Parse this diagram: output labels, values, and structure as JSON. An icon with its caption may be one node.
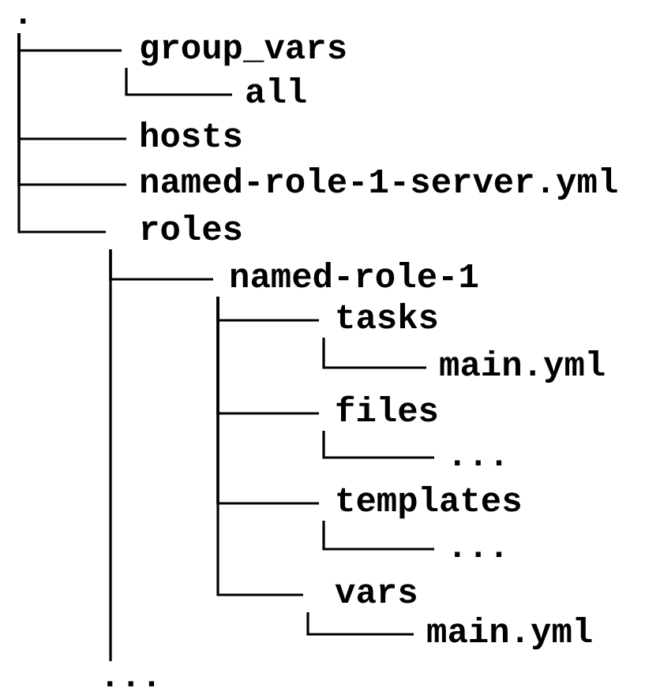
{
  "diagram": {
    "nodes": [
      {
        "text": [
          "."
        ]
      },
      {
        "text": [
          "group_vars"
        ]
      },
      {
        "text": [
          "all"
        ]
      },
      {
        "text": [
          "hosts"
        ]
      },
      {
        "text": [
          "named-role-1-server.yml"
        ]
      },
      {
        "text": [
          "roles"
        ]
      },
      {
        "text": [
          "named-role-1"
        ]
      },
      {
        "text": [
          "tasks"
        ]
      },
      {
        "text": [
          "main.yml"
        ]
      },
      {
        "text": [
          "files"
        ]
      },
      {
        "text": [
          "..."
        ]
      },
      {
        "text": [
          "templates"
        ]
      },
      {
        "text": [
          "..."
        ]
      },
      {
        "text": [
          "vars"
        ]
      },
      {
        "text": [
          "main.yml"
        ]
      },
      {
        "text": [
          "..."
        ]
      }
    ],
    "edges": [
      {
        "from": 0,
        "to": 1,
        "arrow": "none"
      },
      {
        "from": 1,
        "to": 2,
        "arrow": "none"
      },
      {
        "from": 0,
        "to": 3,
        "arrow": "none"
      },
      {
        "from": 0,
        "to": 4,
        "arrow": "none"
      },
      {
        "from": 0,
        "to": 5,
        "arrow": "none"
      },
      {
        "from": 5,
        "to": 6,
        "arrow": "none"
      },
      {
        "from": 6,
        "to": 7,
        "arrow": "none"
      },
      {
        "from": 7,
        "to": 8,
        "arrow": "none"
      },
      {
        "from": 6,
        "to": 9,
        "arrow": "none"
      },
      {
        "from": 9,
        "to": 10,
        "arrow": "none"
      },
      {
        "from": 6,
        "to": 11,
        "arrow": "none"
      },
      {
        "from": 11,
        "to": 12,
        "arrow": "none"
      },
      {
        "from": 6,
        "to": 13,
        "arrow": "none"
      },
      {
        "from": 13,
        "to": 14,
        "arrow": "none"
      },
      {
        "from": 5,
        "to": 15,
        "arrow": "none"
      }
    ]
  }
}
